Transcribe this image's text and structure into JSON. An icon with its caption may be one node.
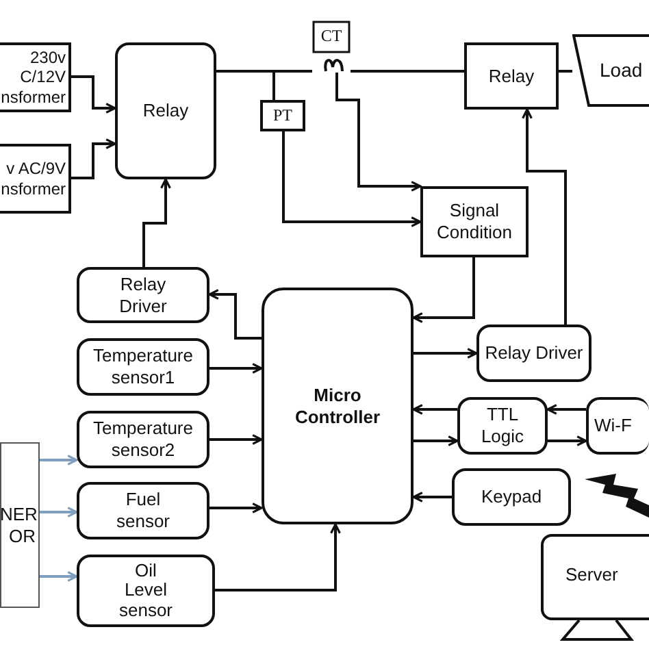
{
  "diagram": {
    "nodes": [
      {
        "text": [
          "230v C/12V nsformer"
        ]
      },
      {
        "text": [
          "v AC/9V nsformer"
        ]
      },
      {
        "text": [
          "Relay"
        ]
      },
      {
        "text": [
          "CT"
        ]
      },
      {
        "text": [
          "PT"
        ]
      },
      {
        "text": [
          "Relay"
        ]
      },
      {
        "text": [
          "Load"
        ]
      },
      {
        "text": [
          "Signal Condition"
        ]
      },
      {
        "text": [
          "Relay Driver"
        ]
      },
      {
        "text": [
          "Micro Controller"
        ]
      },
      {
        "text": [
          "Relay Driver"
        ]
      },
      {
        "text": [
          "Temperature sensor1"
        ]
      },
      {
        "text": [
          "Temperature sensor2"
        ]
      },
      {
        "text": [
          "TTL Logic"
        ]
      },
      {
        "text": [
          "Wi-F"
        ]
      },
      {
        "text": [
          "NER OR"
        ]
      },
      {
        "text": [
          "Fuel sensor"
        ]
      },
      {
        "text": [
          "Keypad"
        ]
      },
      {
        "text": [
          "Oil Level sensor"
        ]
      },
      {
        "text": [
          "Server"
        ]
      }
    ],
    "edges": [
      {
        "from": 0,
        "to": 2,
        "arrow": "to"
      },
      {
        "from": 1,
        "to": 2,
        "arrow": "to"
      },
      {
        "from": 2,
        "to": 3,
        "arrow": "none"
      },
      {
        "from": 3,
        "to": 5,
        "arrow": "none"
      },
      {
        "from": 4,
        "to": 2,
        "arrow": "none"
      },
      {
        "from": 5,
        "to": 6,
        "arrow": "none"
      },
      {
        "from": 3,
        "to": 7,
        "arrow": "to"
      },
      {
        "from": 4,
        "to": 7,
        "arrow": "to"
      },
      {
        "from": 8,
        "to": 2,
        "arrow": "to"
      },
      {
        "from": 9,
        "to": 8,
        "arrow": "to"
      },
      {
        "from": 7,
        "to": 9,
        "arrow": "to"
      },
      {
        "from": 9,
        "to": 10,
        "arrow": "to"
      },
      {
        "from": 10,
        "to": 5,
        "arrow": "to"
      },
      {
        "from": 11,
        "to": 9,
        "arrow": "to"
      },
      {
        "from": 12,
        "to": 9,
        "arrow": "to"
      },
      {
        "from": 13,
        "to": 9,
        "arrow": "to"
      },
      {
        "from": 9,
        "to": 13,
        "arrow": "to"
      },
      {
        "from": 14,
        "to": 13,
        "arrow": "to"
      },
      {
        "from": 13,
        "to": 14,
        "arrow": "to"
      },
      {
        "from": 16,
        "to": 9,
        "arrow": "to"
      },
      {
        "from": 17,
        "to": 9,
        "arrow": "to"
      },
      {
        "from": 18,
        "to": 9,
        "arrow": "to"
      },
      {
        "from": 15,
        "to": 12,
        "arrow": "to",
        "color": "#7f9fc0"
      },
      {
        "from": 15,
        "to": 16,
        "arrow": "to",
        "color": "#7f9fc0"
      },
      {
        "from": 15,
        "to": 18,
        "arrow": "to",
        "color": "#7f9fc0"
      }
    ]
  }
}
